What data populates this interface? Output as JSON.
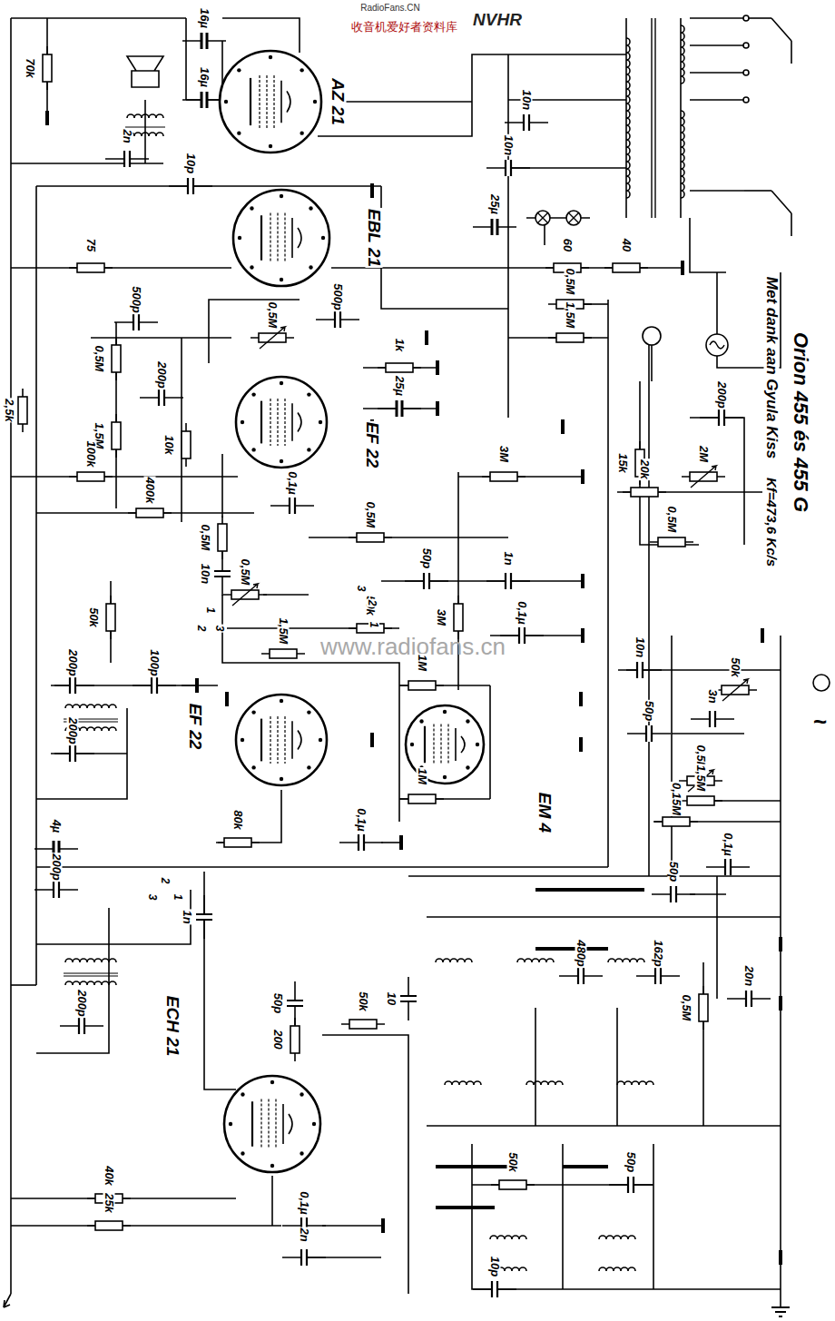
{
  "diagram": {
    "title": "Orion 455 és 455 G",
    "nodes": [
      {
        "text": [
          "AZ 21"
        ]
      },
      {
        "text": [
          "EBL 21"
        ]
      },
      {
        "text": [
          "EF 22"
        ]
      },
      {
        "text": [
          "EF 22"
        ]
      },
      {
        "text": [
          "EM 4"
        ]
      },
      {
        "text": [
          "ECH 21"
        ]
      }
    ],
    "labels": [
      "RadioFans.CN",
      "收音机爱好者资料库",
      "NVHR",
      "www.radiofans.cn",
      "Met dank aan Gyula Kiss",
      "Kf=473,6 Kc/s",
      "~",
      "70k",
      "16µ",
      "16µ",
      "2n",
      "10n",
      "10n",
      "25µ",
      "10p",
      "75",
      "60",
      "40",
      "0,5M",
      "500p",
      "500p",
      "0,5M",
      "1,5M",
      "0,5M",
      "200p",
      "1k",
      "25µ",
      "10k",
      "1,5M",
      "100k",
      "0,1µ",
      "400k",
      "3M",
      "0,5M",
      "0,5M",
      "10n",
      "50p",
      "1n",
      "3M",
      "0,5M",
      "50k",
      "1,5M",
      "0,1µ",
      "50k",
      "200p",
      "100p",
      "200p",
      "1M",
      "1M",
      "80k",
      "0,1µ",
      "4µ",
      "200p",
      "200p",
      "1n",
      "50p",
      "200",
      "50k",
      "10",
      "480p",
      "162p",
      "0,5M",
      "20n",
      "40k",
      "25k",
      "0,1µ",
      "2n",
      "50k",
      "50p",
      "10p",
      "15k",
      "200p",
      "20k",
      "2M",
      "0,5M",
      "10n",
      "50k",
      "50p",
      "3n",
      "0,5M",
      "1,5M",
      "0,15M",
      "50p",
      "0,1µ",
      "2,5k",
      "1",
      "2",
      "3",
      "3",
      "2",
      "1",
      "3",
      "2",
      "1"
    ]
  }
}
